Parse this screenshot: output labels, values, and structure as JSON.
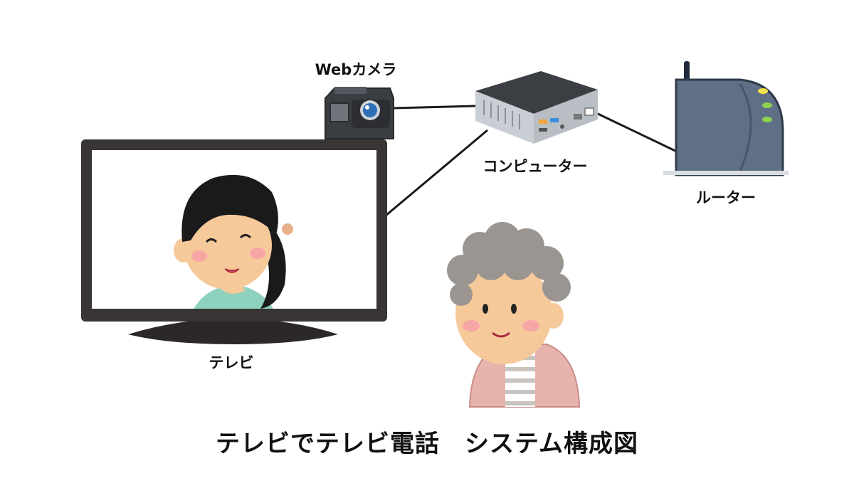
{
  "labels": {
    "camera": "Webカメラ",
    "computer": "コンピューター",
    "router": "ルーター",
    "tv": "テレビ",
    "title": "テレビでテレビ電話　システム構成図"
  },
  "colors": {
    "background": "#ffffff",
    "line": "#1a1a1a",
    "tv_frame": "#3a3535",
    "router_body": "#5e6f86",
    "router_led_yellow": "#f2e24a",
    "router_led_green": "#8fd14f",
    "computer_top": "#3b3f44",
    "computer_front": "#c9ced4",
    "usb_accent": "#3b8fd9",
    "usb_orange": "#f0a83c",
    "camera_body": "#3a3d42",
    "camera_lens": "#2f6fb5",
    "skin": "#f6c99a",
    "cheek": "#f7a6a6",
    "girl_hair": "#1a1a1a",
    "girl_shirt": "#8fd1bf",
    "grandma_hair": "#9a9590",
    "grandma_cardigan": "#e8b2ad"
  },
  "icons": {
    "camera": "webcam-icon",
    "computer": "mini-pc-icon",
    "router": "router-icon",
    "tv": "television-icon",
    "girl": "young-woman-icon",
    "grandma": "grandmother-icon"
  }
}
